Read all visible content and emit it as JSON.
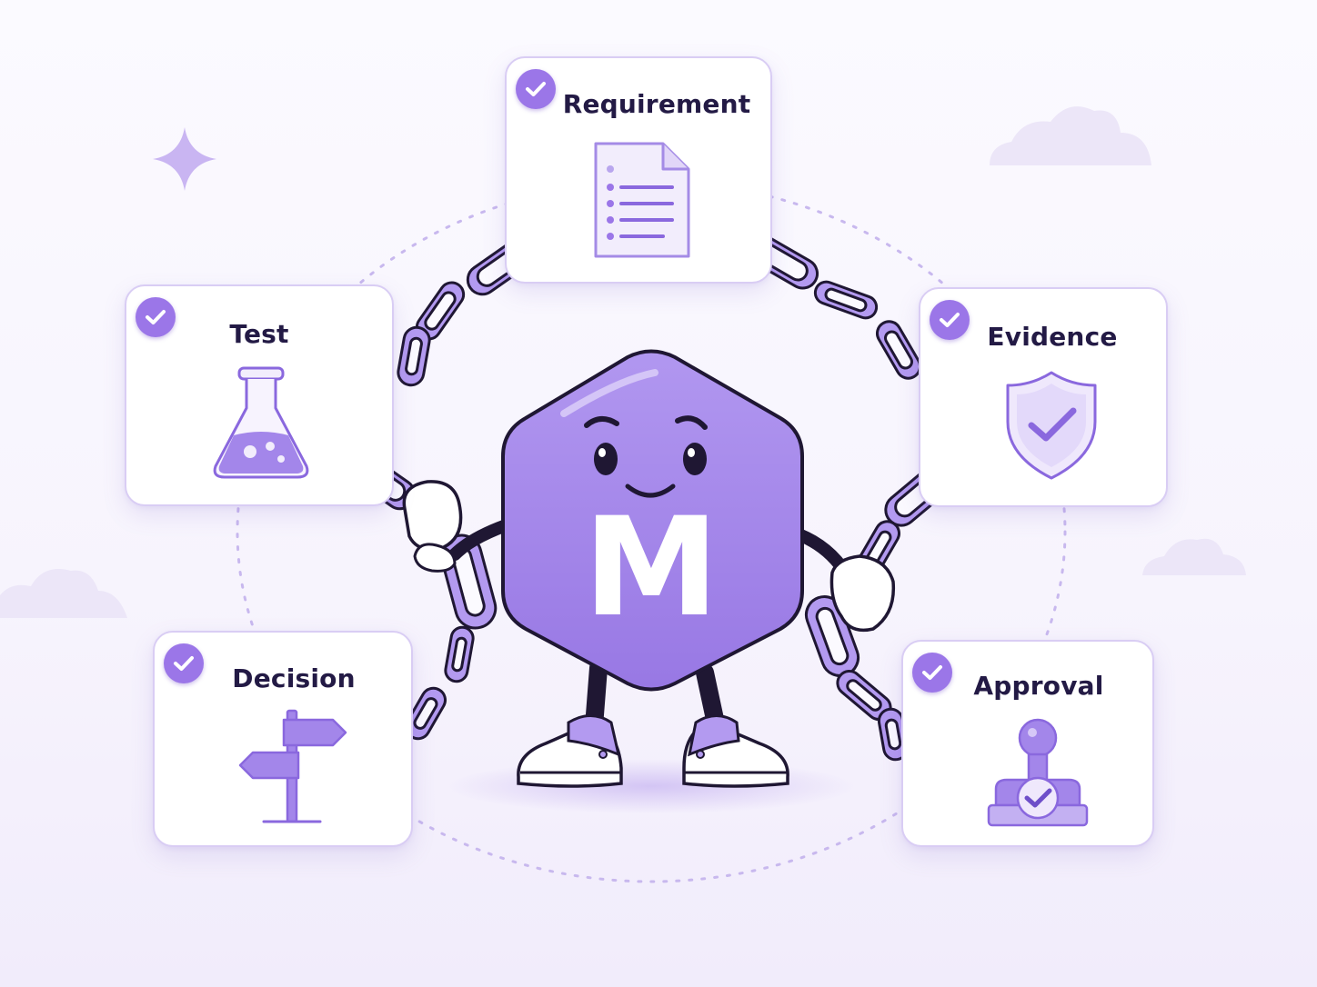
{
  "mascot": {
    "letter": "M"
  },
  "cards": {
    "requirement": {
      "label": "Requirement",
      "icon": "document-icon"
    },
    "test": {
      "label": "Test",
      "icon": "flask-icon"
    },
    "evidence": {
      "label": "Evidence",
      "icon": "shield-check-icon"
    },
    "decision": {
      "label": "Decision",
      "icon": "signpost-icon"
    },
    "approval": {
      "label": "Approval",
      "icon": "stamp-icon"
    }
  },
  "colors": {
    "accent": "#9b76e8",
    "accent_dark": "#6e4fc9",
    "mascot_body": "#a386ea",
    "outline": "#1f1733",
    "card_border": "#d9cdf4"
  }
}
